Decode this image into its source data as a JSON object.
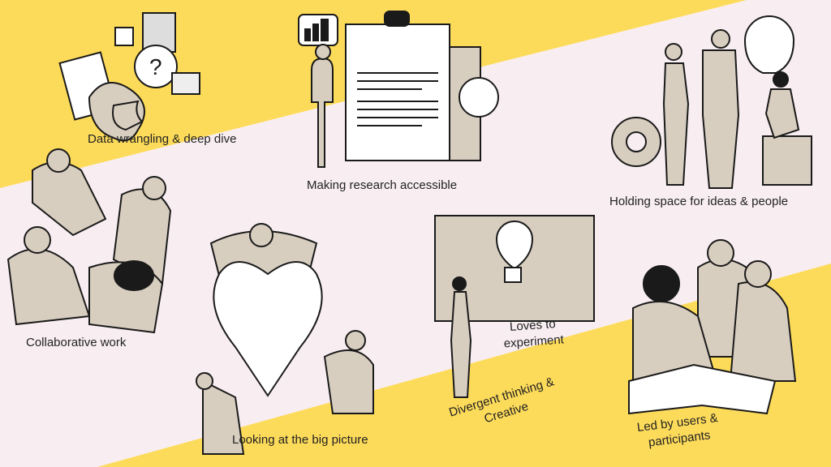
{
  "colors": {
    "yellow": "#FDDB5A",
    "pink": "#F8EEF1",
    "beige": "#D8CEC0",
    "ink": "#1A1A1A"
  },
  "labels": {
    "data_wrangling": "Data wrangling & deep dive",
    "research_accessible": "Making research accessible",
    "holding_space": "Holding space for ideas & people",
    "collaborative": "Collaborative work",
    "big_picture": "Looking at the big picture",
    "experiment_line1": "Loves to",
    "experiment_line2": "experiment",
    "divergent_line1": "Divergent thinking &",
    "divergent_line2": "Creative",
    "users_line1": "Led by users &",
    "users_line2": "participants"
  }
}
